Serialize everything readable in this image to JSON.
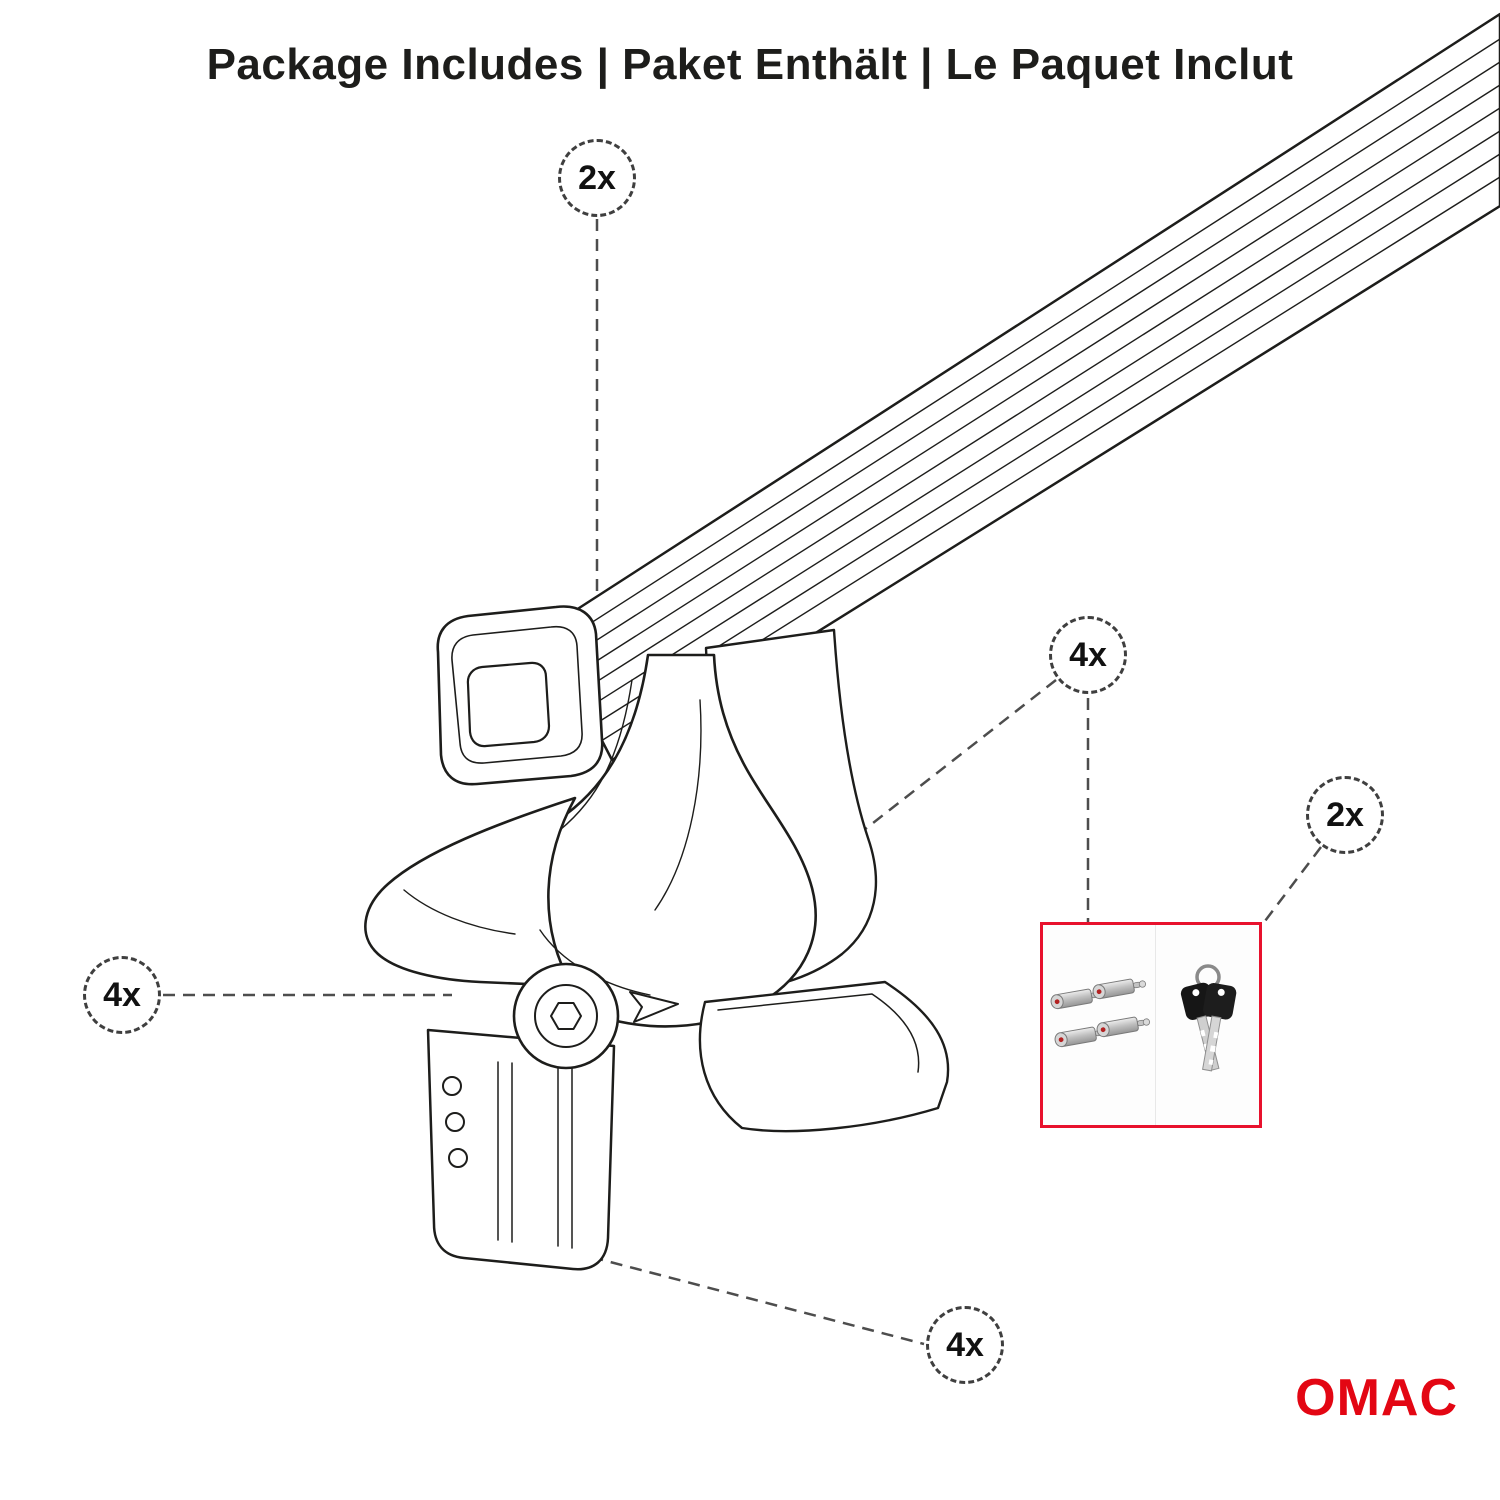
{
  "title": "Package Includes | Paket Enthält | Le Paquet Inclut",
  "callouts": [
    {
      "id": "crossbar",
      "label": "2x"
    },
    {
      "id": "foot",
      "label": "4x"
    },
    {
      "id": "locks",
      "label": "4x"
    },
    {
      "id": "keys",
      "label": "2x"
    },
    {
      "id": "clamp",
      "label": "4x"
    }
  ],
  "hardware": {
    "locks_name": "lock-cylinders",
    "keys_name": "keys"
  },
  "brand": "OMAC",
  "colors": {
    "accent_red": "#e30613",
    "box_red": "#e8112d",
    "line": "#1d1d1b"
  }
}
